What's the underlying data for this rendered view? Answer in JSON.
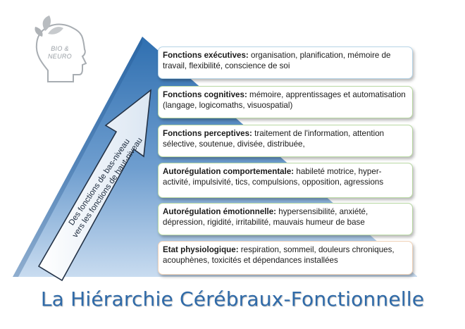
{
  "logo": {
    "line1": "BIO &",
    "line2": "NEURO"
  },
  "arrow_label": {
    "line1": "Des fonctions de bas-niveau",
    "line2": "vers les fonctions de haut-niveau"
  },
  "levels": [
    {
      "heading": "Fonctions exécutives:",
      "text": " organisation, planification, mémoire de travail, flexibilité, conscience de soi"
    },
    {
      "heading": "Fonctions cognitives:",
      "text": " mémoire, apprentissages et automatisation (langage, logicomaths, visuospatial)"
    },
    {
      "heading": "Fonctions perceptives:",
      "text": " traitement de l'information, attention sélective, soutenue, divisée, distribuée,"
    },
    {
      "heading": "Autorégulation comportementale:",
      "text": " habileté motrice, hyper-activité, impulsivité, tics, compulsions, opposition, agressions"
    },
    {
      "heading": "Autorégulation émotionnelle:",
      "text": " hypersensibilité, anxiété, dépression, rigidité, irritabilité, mauvais humeur de base"
    },
    {
      "heading": "Etat physiologique:",
      "text": " respiration, sommeil, douleurs chroniques, acouphènes, toxicités et dépendances installées"
    }
  ],
  "title": "La Hiérarchie Cérébraux-Fonctionnelle",
  "colors": {
    "pyramid_top": "#2f6fb0",
    "pyramid_bottom": "#c9dcf0",
    "title": "#2f6aa8"
  }
}
